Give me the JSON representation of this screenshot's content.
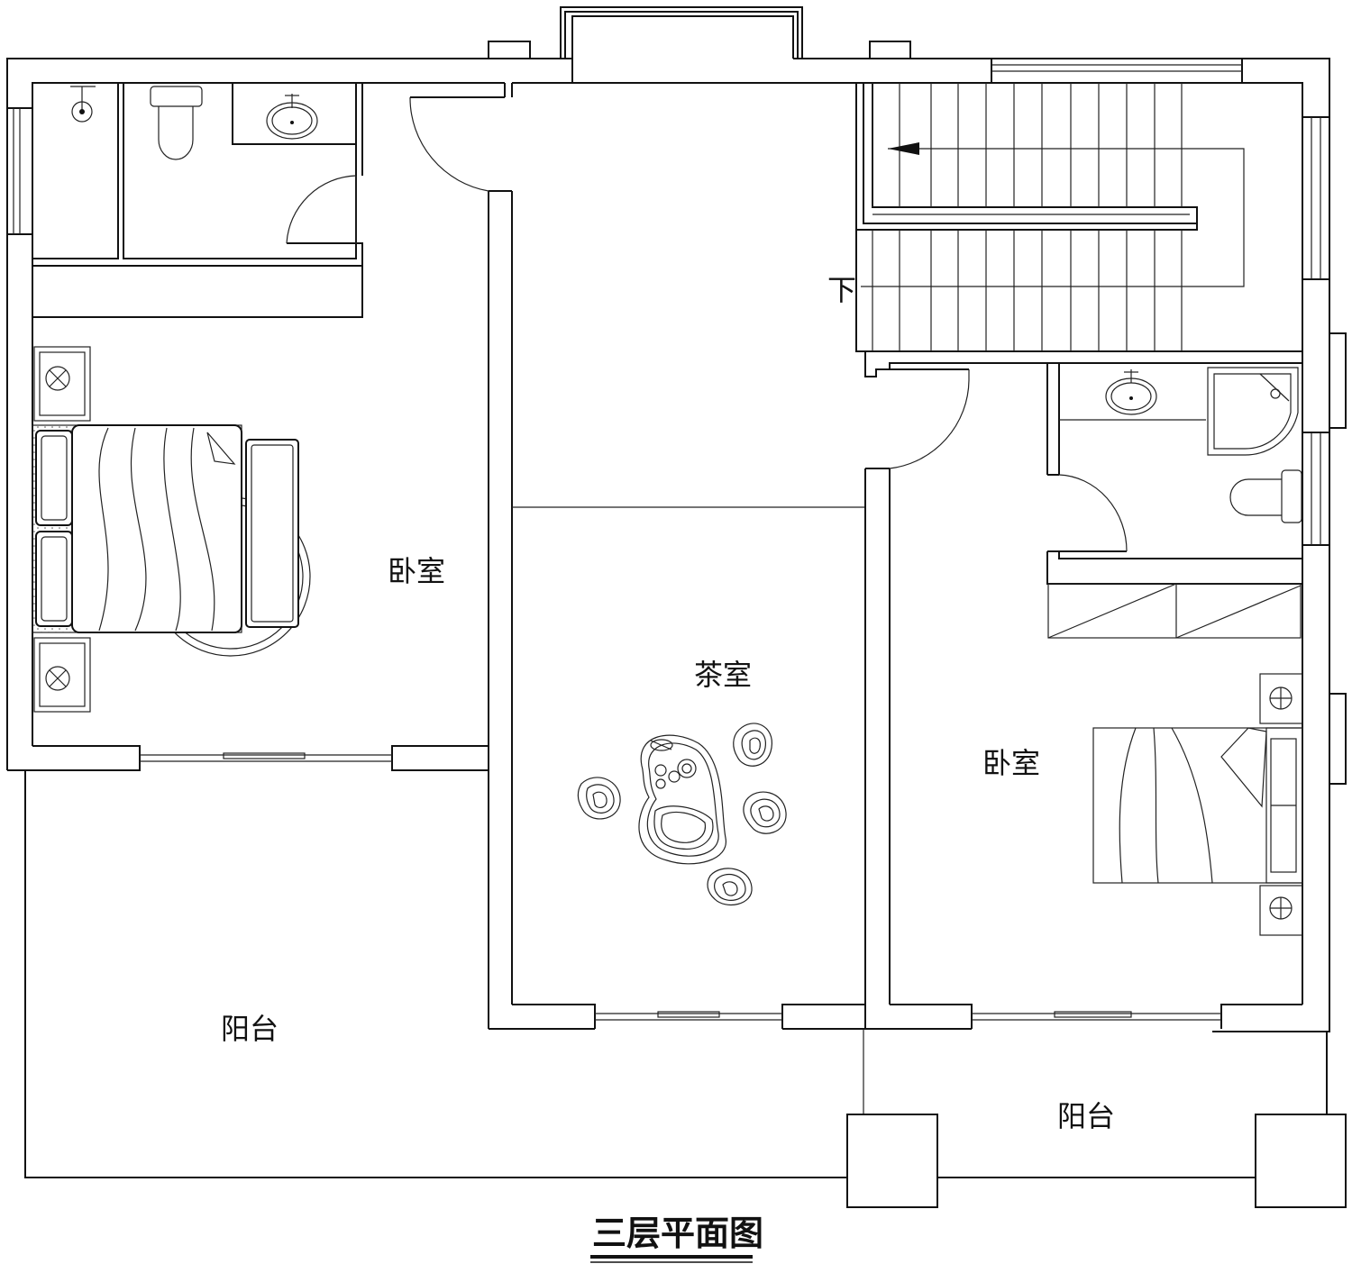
{
  "drawing": {
    "title": "三层平面图"
  },
  "rooms": {
    "bedroom_left": "卧室",
    "tea_room": "茶室",
    "bedroom_right": "卧室",
    "balcony_left": "阳台",
    "balcony_right": "阳台"
  },
  "stairs": {
    "direction_label": "下"
  },
  "icons": {
    "toilet": "toilet-icon",
    "sink": "sink-icon",
    "shower": "shower-icon",
    "bed": "bed-icon",
    "lamp": "lamp-icon",
    "tea_table": "tea-table-icon",
    "stair_arrow": "arrow-left-icon"
  }
}
